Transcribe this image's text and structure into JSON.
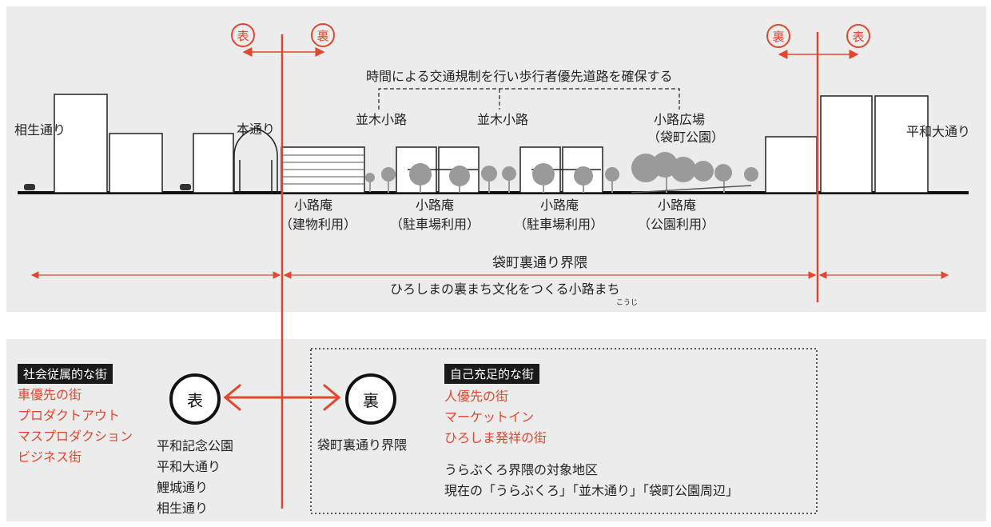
{
  "markers": {
    "omote": "表",
    "ura": "裏"
  },
  "top": {
    "time_rule": "時間による交通規制を行い歩行者優先道路を確保する",
    "namiki1": "並木小路",
    "namiki2": "並木小路",
    "hiroba_line1": "小路広場",
    "hiroba_line2": "（袋町公園）",
    "aioi": "相生通り",
    "hondori": "本通り",
    "heiwa": "平和大通り",
    "koji_an": [
      {
        "name": "小路庵",
        "use": "（建物利用）"
      },
      {
        "name": "小路庵",
        "use": "（駐車場利用）"
      },
      {
        "name": "小路庵",
        "use": "（駐車場利用）"
      },
      {
        "name": "小路庵",
        "use": "（公園利用）"
      }
    ],
    "area_title": "袋町裏通り界隈",
    "area_subtitle": "ひろしまの裏まち文化をつくる小路まち",
    "ruby": "こうじ"
  },
  "bottom": {
    "left_badge": "社会従属的な街",
    "left_items": [
      "車優先の街",
      "プロダクトアウト",
      "マスプロダクション",
      "ビジネス街"
    ],
    "omote_places": [
      "平和記念公園",
      "平和大通り",
      "鯉城通り",
      "相生通り"
    ],
    "ura_place": "袋町裏通り界隈",
    "right_badge": "自己充足的な街",
    "right_items": [
      "人優先の街",
      "マーケットイン",
      "ひろしま発祥の街"
    ],
    "target_line1": "うらぶくろ界隈の対象地区",
    "target_line2": "現在の「うらぶくろ」「並木通り」「袋町公園周辺」"
  },
  "colors": {
    "accent": "#e0472e",
    "panel": "#ececec",
    "ink": "#1a1a1a"
  }
}
